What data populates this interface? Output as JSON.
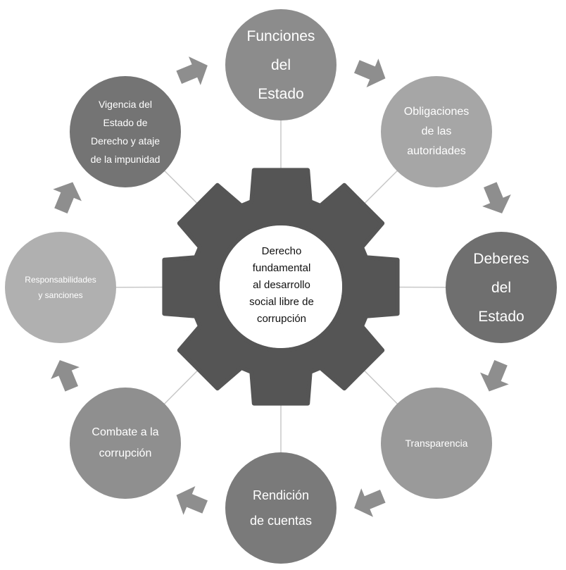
{
  "diagram": {
    "center": {
      "label": "Derecho\nfundamental\nal desarrollo\nsocial libre de\ncorrupción"
    },
    "nodes": [
      {
        "id": "funciones",
        "label": "Funciones\ndel\nEstado",
        "color": "#8c8c8c"
      },
      {
        "id": "obligaciones",
        "label": "Obligaciones\nde las\nautoridades",
        "color": "#a6a6a6"
      },
      {
        "id": "deberes",
        "label": "Deberes\ndel\nEstado",
        "color": "#6f6f6f"
      },
      {
        "id": "transparencia",
        "label": "Transparencia",
        "color": "#9a9a9a"
      },
      {
        "id": "rendicion",
        "label": "Rendición\nde cuentas",
        "color": "#7a7a7a"
      },
      {
        "id": "combate",
        "label": "Combate a la\ncorrupción",
        "color": "#8f8f8f"
      },
      {
        "id": "responsabilidades",
        "label": "Responsabilidades\ny sanciones",
        "color": "#b0b0b0"
      },
      {
        "id": "vigencia",
        "label": "Vigencia del\nEstado de\nDerecho y ataje\nde la impunidad",
        "color": "#747474"
      }
    ],
    "colors": {
      "gear": "#555555",
      "arrow": "#8e8e8e",
      "connector": "#c8c8c8"
    }
  }
}
